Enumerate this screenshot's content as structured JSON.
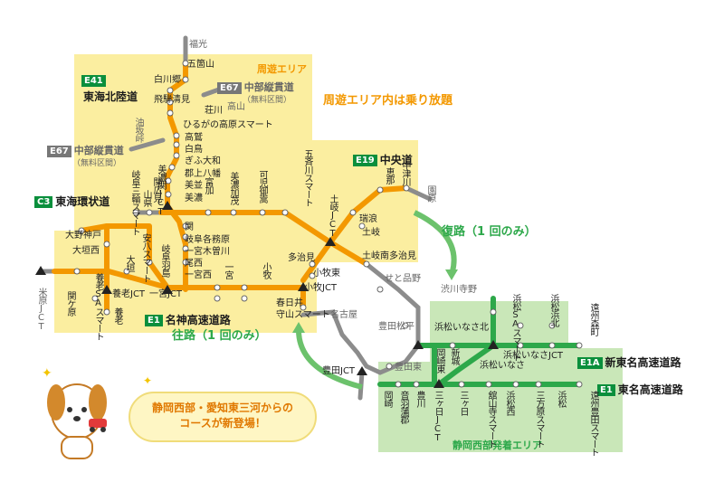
{
  "areas": {
    "shuyu": {
      "title": "周遊エリア",
      "note": "周遊エリア内は乗り放題"
    },
    "shizuoka": {
      "title": "静岡西部発着エリア"
    }
  },
  "roads": {
    "e41": {
      "code": "E41",
      "name": "東海北陸道"
    },
    "e67_top": {
      "code": "E67",
      "name": "中部縦貫道",
      "sub": "（無料区間）"
    },
    "e67_left": {
      "code": "E67",
      "name": "中部縦貫道",
      "sub": "（無料区間）"
    },
    "c3": {
      "code": "C3",
      "name": "東海環状道"
    },
    "e19": {
      "code": "E19",
      "name": "中央道"
    },
    "e1_meishin": {
      "code": "E1",
      "name": "名神高速道路"
    },
    "e1a": {
      "code": "E1A",
      "name": "新東名高速道路"
    },
    "e1_tomei": {
      "code": "E1",
      "name": "東名高速道路"
    }
  },
  "routes": {
    "return": "復路（1 回のみ）",
    "outbound": "往路（1 回のみ）"
  },
  "callout": {
    "line1": "静岡西部・愛知東三河からの",
    "line2": "コースが新登場！"
  },
  "icons": [
    "sparkle-icon",
    "dog-mascot-icon",
    "car-icon",
    "curved-arrow-icon",
    "jct-marker-icon"
  ],
  "colors": {
    "orange": "#f39800",
    "yellow_area": "#fbeea0",
    "green_line": "#2da84a",
    "green_area": "#c5e5b5",
    "gray_line": "#8c8c8c",
    "arrow": "#6cc26c"
  },
  "stations": {
    "fukumitsu": "福光",
    "gokayama": "五箇山",
    "shirakawago": "白川郷",
    "hida_kiyomi": "飛騨清見",
    "shoukawa": "荘川",
    "hirugano": "ひるがの高原スマート",
    "takayama": "高山",
    "takasu": "高鷲",
    "shirotori": "白鳥",
    "gifu_yamato": "ぎふ大和",
    "gujo_hachiman": "郡上八幡",
    "mino_seki_jct": "美濃関JCT",
    "mino": "美並",
    "mino2": "美濃",
    "aburasaka": "油坂峠",
    "gifu_sanwa": "岐阜三輪スマート",
    "sekihirose": "関広見",
    "yamagata": "山県",
    "seki": "関",
    "gifu_kakamigahara": "岐阜各務原",
    "ichinomiya_kisogawa": "一宮木曽川",
    "bisai": "尾西",
    "ichinomiya_nishi": "一宮西",
    "gifu_hashima": "岐阜羽島",
    "tomika": "富加",
    "minokamo": "美濃加茂",
    "kani_mitake": "可児御嵩",
    "gokasho_smart": "五斉川スマート",
    "toki_jct": "土岐JCT",
    "mizunami": "瑞浪",
    "toki": "土岐",
    "ena": "恵那",
    "nakatsugawa": "中津川",
    "sonohara": "園原",
    "tokiminami_tajimi": "土岐南多治見",
    "tajimi": "多治見",
    "komaki_higashi": "小牧東",
    "komaki_jct": "小牧JCT",
    "kasugai": "春日井",
    "moriyama_smart": "守山スマート",
    "nagoya": "名古屋",
    "seto_shinano": "せと品野",
    "toyota_matsudaira": "豊田松平",
    "toyota_higashi": "豊田東",
    "toyota_jct": "豊田JCT",
    "ono_kambe": "大野神戸",
    "ogaki_nishi": "大垣西",
    "anpachi": "安八スマート",
    "ogaki": "大垣",
    "yoro_jct": "養老JCT",
    "yoro_sa": "養老SAスマート",
    "yoro": "養老",
    "sekigahara": "関ケ原",
    "maibara_jct": "米原JCT",
    "ichinomiya_jct": "一宮JCT",
    "ichinomiya": "一宮",
    "komaki": "小牧",
    "shibukawa": "渋川寺野",
    "hamamatsu_inasa_kita": "浜松いなさ北",
    "hamamatsu_sa": "浜松SAスマート",
    "hamamatsu_hamakita": "浜松浜北",
    "enshu_morimachi": "遠州森町",
    "hamamatsu_inasa_jct": "浜松いなさJCT",
    "hamamatsu_inasa": "浜松いなさ",
    "okazaki_higashi": "岡崎東",
    "shinshiro": "新城",
    "mikkabi_jct": "三ヶ日JCT",
    "okazaki": "岡崎",
    "otowa_gamagori": "音羽蒲郡",
    "toyokawa": "豊川",
    "mikkabi": "三ヶ日",
    "hamamatsu_nishi": "浜松西",
    "tatezanji": "舘山寺スマート",
    "mikatahara": "三方原スマート",
    "hamamatsu": "浜松",
    "enshu_toyoda": "遠州豊田スマート"
  }
}
